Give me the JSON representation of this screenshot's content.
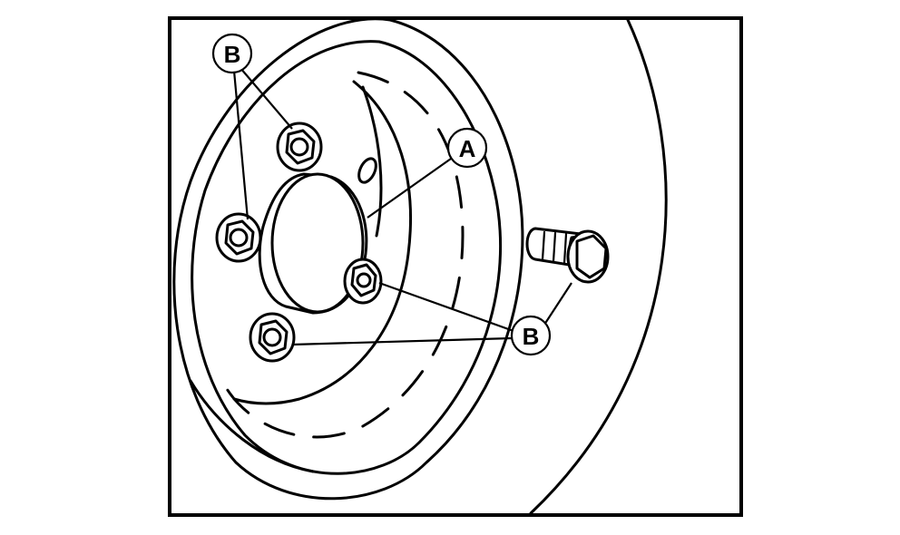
{
  "labels": {
    "hub_cap": "A",
    "bolts_top": "B",
    "bolts_right": "B"
  }
}
